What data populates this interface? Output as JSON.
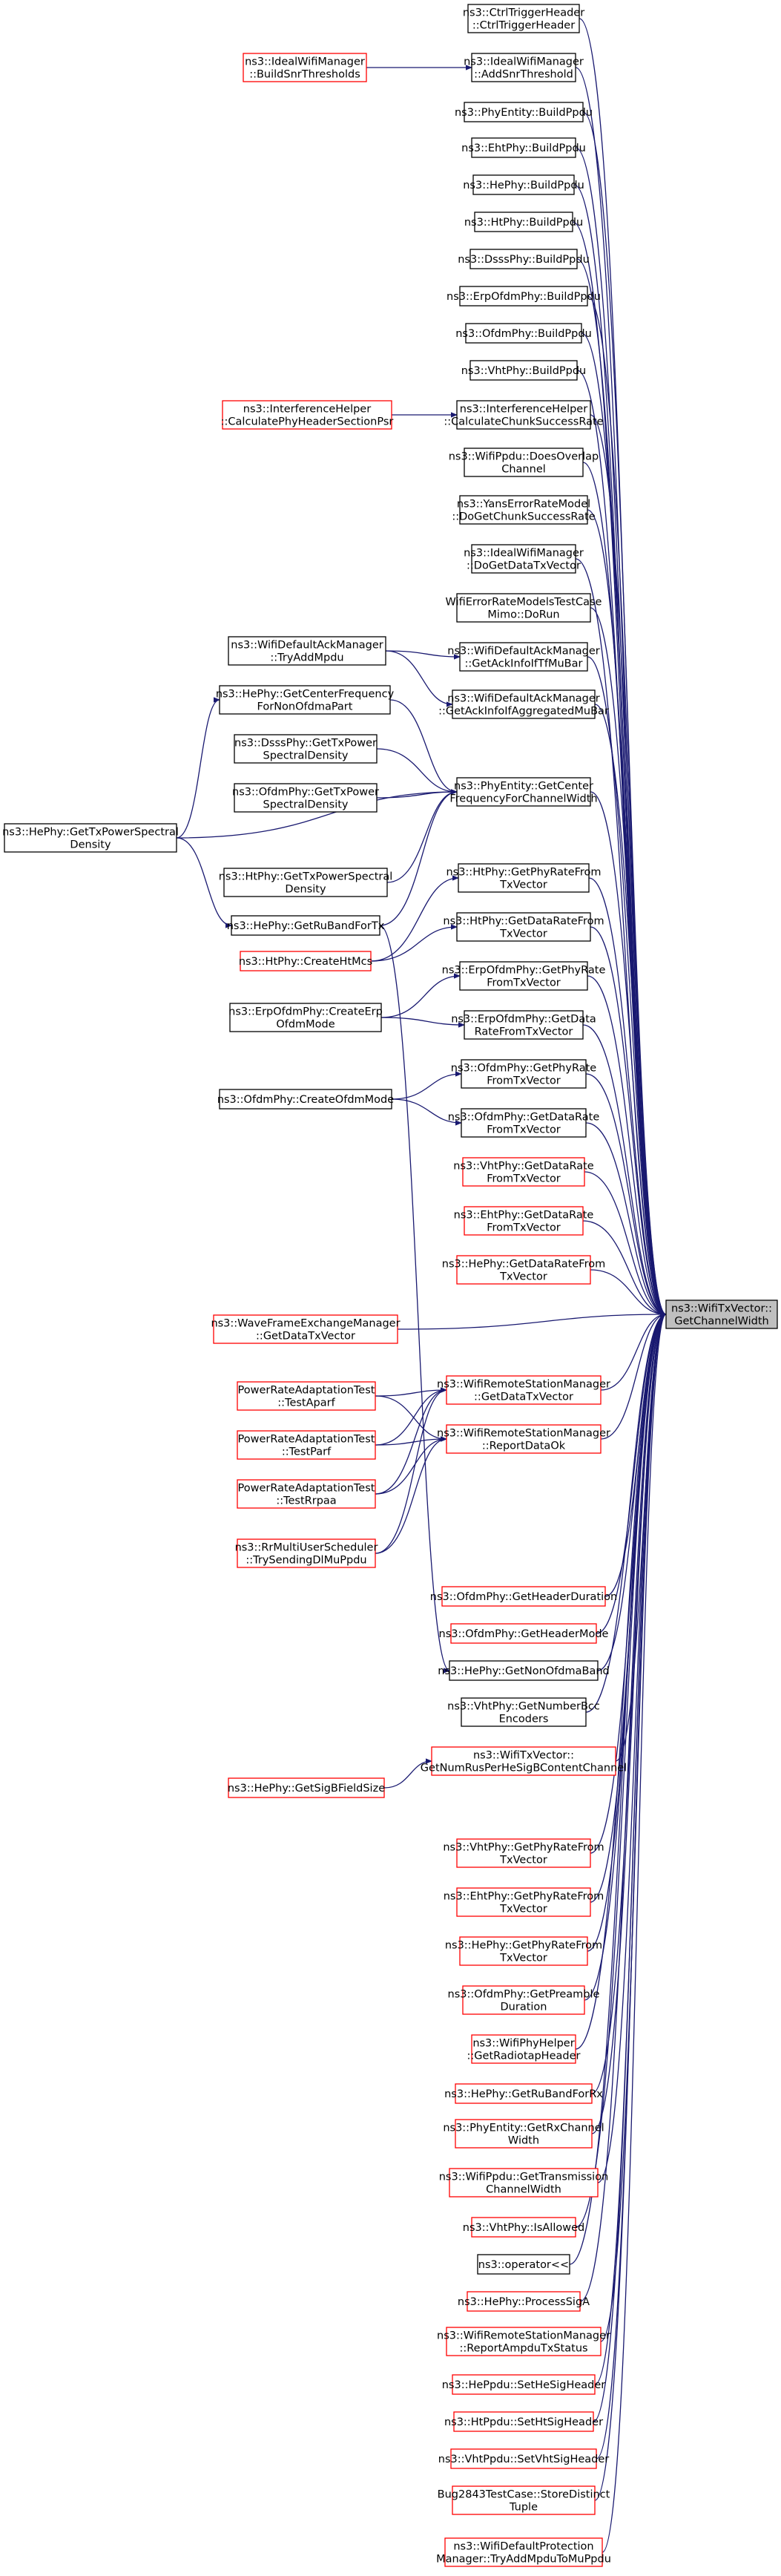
{
  "colors": {
    "edge": "#191970",
    "border_black": "#000000",
    "border_red": "#ff0000",
    "root_fill": "#bfbfbf",
    "node_fill": "#ffffff"
  },
  "root": {
    "id": "root",
    "lines": [
      "ns3::WifiTxVector::",
      "GetChannelWidth"
    ]
  },
  "nodes": [
    {
      "id": "n1",
      "border": "black",
      "lines": [
        "ns3::CtrlTriggerHeader",
        "::CtrlTriggerHeader"
      ]
    },
    {
      "id": "n2",
      "border": "black",
      "lines": [
        "ns3::IdealWifiManager",
        "::AddSnrThreshold"
      ]
    },
    {
      "id": "n3",
      "border": "black",
      "lines": [
        "ns3::PhyEntity::BuildPpdu"
      ]
    },
    {
      "id": "n4",
      "border": "black",
      "lines": [
        "ns3::EhtPhy::BuildPpdu"
      ]
    },
    {
      "id": "n5",
      "border": "black",
      "lines": [
        "ns3::HePhy::BuildPpdu"
      ]
    },
    {
      "id": "n6",
      "border": "black",
      "lines": [
        "ns3::HtPhy::BuildPpdu"
      ]
    },
    {
      "id": "n7",
      "border": "black",
      "lines": [
        "ns3::DsssPhy::BuildPpdu"
      ]
    },
    {
      "id": "n8",
      "border": "black",
      "lines": [
        "ns3::ErpOfdmPhy::BuildPpdu"
      ]
    },
    {
      "id": "n9",
      "border": "black",
      "lines": [
        "ns3::OfdmPhy::BuildPpdu"
      ]
    },
    {
      "id": "n10",
      "border": "black",
      "lines": [
        "ns3::VhtPhy::BuildPpdu"
      ]
    },
    {
      "id": "n11",
      "border": "black",
      "lines": [
        "ns3::InterferenceHelper",
        "::CalculateChunkSuccessRate"
      ]
    },
    {
      "id": "n12",
      "border": "black",
      "lines": [
        "ns3::WifiPpdu::DoesOverlap",
        "Channel"
      ]
    },
    {
      "id": "n13",
      "border": "black",
      "lines": [
        "ns3::YansErrorRateModel",
        "::DoGetChunkSuccessRate"
      ]
    },
    {
      "id": "n14",
      "border": "black",
      "lines": [
        "ns3::IdealWifiManager",
        "::DoGetDataTxVector"
      ]
    },
    {
      "id": "n15",
      "border": "black",
      "lines": [
        "WifiErrorRateModelsTestCase",
        "Mimo::DoRun"
      ]
    },
    {
      "id": "n16",
      "border": "black",
      "lines": [
        "ns3::WifiDefaultAckManager",
        "::GetAckInfoIfTfMuBar"
      ]
    },
    {
      "id": "n17",
      "border": "black",
      "lines": [
        "ns3::WifiDefaultAckManager",
        "::GetAckInfoIfAggregatedMuBar"
      ]
    },
    {
      "id": "n18",
      "border": "black",
      "lines": [
        "ns3::PhyEntity::GetCenter",
        "FrequencyForChannelWidth"
      ]
    },
    {
      "id": "n19",
      "border": "black",
      "lines": [
        "ns3::HtPhy::GetPhyRateFrom",
        "TxVector"
      ]
    },
    {
      "id": "n20",
      "border": "black",
      "lines": [
        "ns3::HtPhy::GetDataRateFrom",
        "TxVector"
      ]
    },
    {
      "id": "n21",
      "border": "black",
      "lines": [
        "ns3::ErpOfdmPhy::GetPhyRate",
        "FromTxVector"
      ]
    },
    {
      "id": "n22",
      "border": "black",
      "lines": [
        "ns3::ErpOfdmPhy::GetData",
        "RateFromTxVector"
      ]
    },
    {
      "id": "n23",
      "border": "black",
      "lines": [
        "ns3::OfdmPhy::GetPhyRate",
        "FromTxVector"
      ]
    },
    {
      "id": "n24",
      "border": "black",
      "lines": [
        "ns3::OfdmPhy::GetDataRate",
        "FromTxVector"
      ]
    },
    {
      "id": "n25",
      "border": "red",
      "lines": [
        "ns3::VhtPhy::GetDataRate",
        "FromTxVector"
      ]
    },
    {
      "id": "n26",
      "border": "red",
      "lines": [
        "ns3::EhtPhy::GetDataRate",
        "FromTxVector"
      ]
    },
    {
      "id": "n27",
      "border": "red",
      "lines": [
        "ns3::HePhy::GetDataRateFrom",
        "TxVector"
      ]
    },
    {
      "id": "n28",
      "border": "red",
      "lines": [
        "ns3::WifiRemoteStationManager",
        "::GetDataTxVector"
      ]
    },
    {
      "id": "n29",
      "border": "red",
      "lines": [
        "ns3::WifiRemoteStationManager",
        "::ReportDataOk"
      ]
    },
    {
      "id": "n30",
      "border": "red",
      "lines": [
        "ns3::OfdmPhy::GetHeaderDuration"
      ]
    },
    {
      "id": "n31",
      "border": "red",
      "lines": [
        "ns3::OfdmPhy::GetHeaderMode"
      ]
    },
    {
      "id": "n32",
      "border": "black",
      "lines": [
        "ns3::HePhy::GetNonOfdmaBand"
      ]
    },
    {
      "id": "n33",
      "border": "black",
      "lines": [
        "ns3::VhtPhy::GetNumberBcc",
        "Encoders"
      ]
    },
    {
      "id": "n34",
      "border": "red",
      "lines": [
        "ns3::WifiTxVector::",
        "GetNumRusPerHeSigBContentChannel"
      ]
    },
    {
      "id": "n35",
      "border": "red",
      "lines": [
        "ns3::VhtPhy::GetPhyRateFrom",
        "TxVector"
      ]
    },
    {
      "id": "n36",
      "border": "red",
      "lines": [
        "ns3::EhtPhy::GetPhyRateFrom",
        "TxVector"
      ]
    },
    {
      "id": "n37",
      "border": "red",
      "lines": [
        "ns3::HePhy::GetPhyRateFrom",
        "TxVector"
      ]
    },
    {
      "id": "n38",
      "border": "red",
      "lines": [
        "ns3::OfdmPhy::GetPreamble",
        "Duration"
      ]
    },
    {
      "id": "n39",
      "border": "red",
      "lines": [
        "ns3::WifiPhyHelper",
        "::GetRadiotapHeader"
      ]
    },
    {
      "id": "n40",
      "border": "red",
      "lines": [
        "ns3::HePhy::GetRuBandForRx"
      ]
    },
    {
      "id": "n41",
      "border": "red",
      "lines": [
        "ns3::PhyEntity::GetRxChannel",
        "Width"
      ]
    },
    {
      "id": "n42",
      "border": "red",
      "lines": [
        "ns3::WifiPpdu::GetTransmission",
        "ChannelWidth"
      ]
    },
    {
      "id": "n43",
      "border": "red",
      "lines": [
        "ns3::VhtPhy::IsAllowed"
      ]
    },
    {
      "id": "n44",
      "border": "black",
      "lines": [
        "ns3::operator<<"
      ]
    },
    {
      "id": "n45",
      "border": "red",
      "lines": [
        "ns3::HePhy::ProcessSigA"
      ]
    },
    {
      "id": "n46",
      "border": "red",
      "lines": [
        "ns3::WifiRemoteStationManager",
        "::ReportAmpduTxStatus"
      ]
    },
    {
      "id": "n47",
      "border": "red",
      "lines": [
        "ns3::HePpdu::SetHeSigHeader"
      ]
    },
    {
      "id": "n48",
      "border": "red",
      "lines": [
        "ns3::HtPpdu::SetHtSigHeader"
      ]
    },
    {
      "id": "n49",
      "border": "red",
      "lines": [
        "ns3::VhtPpdu::SetVhtSigHeader"
      ]
    },
    {
      "id": "n50",
      "border": "red",
      "lines": [
        "Bug2843TestCase::StoreDistinct",
        "Tuple"
      ]
    },
    {
      "id": "n51",
      "border": "red",
      "lines": [
        "ns3::WifiDefaultProtection",
        "Manager::TryAddMpduToMuPpdu"
      ]
    },
    {
      "id": "m1",
      "border": "red",
      "lines": [
        "ns3::IdealWifiManager",
        "::BuildSnrThresholds"
      ]
    },
    {
      "id": "m2",
      "border": "red",
      "lines": [
        "ns3::InterferenceHelper",
        "::CalculatePhyHeaderSectionPsr"
      ]
    },
    {
      "id": "m3",
      "border": "black",
      "lines": [
        "ns3::WifiDefaultAckManager",
        "::TryAddMpdu"
      ]
    },
    {
      "id": "m4",
      "border": "black",
      "lines": [
        "ns3::HePhy::GetCenterFrequency",
        "ForNonOfdmaPart"
      ]
    },
    {
      "id": "m5",
      "border": "black",
      "lines": [
        "ns3::DsssPhy::GetTxPower",
        "SpectralDensity"
      ]
    },
    {
      "id": "m6",
      "border": "black",
      "lines": [
        "ns3::OfdmPhy::GetTxPower",
        "SpectralDensity"
      ]
    },
    {
      "id": "m7",
      "border": "black",
      "lines": [
        "ns3::HtPhy::GetTxPowerSpectral",
        "Density"
      ]
    },
    {
      "id": "m8",
      "border": "black",
      "lines": [
        "ns3::HePhy::GetRuBandForTx"
      ]
    },
    {
      "id": "m9",
      "border": "red",
      "lines": [
        "ns3::HtPhy::CreateHtMcs"
      ]
    },
    {
      "id": "m10",
      "border": "black",
      "lines": [
        "ns3::ErpOfdmPhy::CreateErp",
        "OfdmMode"
      ]
    },
    {
      "id": "m11",
      "border": "black",
      "lines": [
        "ns3::OfdmPhy::CreateOfdmMode"
      ]
    },
    {
      "id": "m12",
      "border": "red",
      "lines": [
        "ns3::WaveFrameExchangeManager",
        "::GetDataTxVector"
      ]
    },
    {
      "id": "m13",
      "border": "red",
      "lines": [
        "PowerRateAdaptationTest",
        "::TestAparf"
      ]
    },
    {
      "id": "m14",
      "border": "red",
      "lines": [
        "PowerRateAdaptationTest",
        "::TestParf"
      ]
    },
    {
      "id": "m15",
      "border": "red",
      "lines": [
        "PowerRateAdaptationTest",
        "::TestRrpaa"
      ]
    },
    {
      "id": "m16",
      "border": "red",
      "lines": [
        "ns3::RrMultiUserScheduler",
        "::TrySendingDlMuPpdu"
      ]
    },
    {
      "id": "m17",
      "border": "red",
      "lines": [
        "ns3::HePhy::GetSigBFieldSize"
      ]
    },
    {
      "id": "l1",
      "border": "black",
      "lines": [
        "ns3::HePhy::GetTxPowerSpectral",
        "Density"
      ]
    }
  ],
  "edges": [
    [
      "m1",
      "n2"
    ],
    [
      "m2",
      "n11"
    ],
    [
      "m3",
      "n16"
    ],
    [
      "m3",
      "n17"
    ],
    [
      "m4",
      "n18"
    ],
    [
      "m5",
      "n18"
    ],
    [
      "m6",
      "n18"
    ],
    [
      "m7",
      "n18"
    ],
    [
      "m8",
      "n18"
    ],
    [
      "l1",
      "n18"
    ],
    [
      "l1",
      "m4"
    ],
    [
      "l1",
      "m8"
    ],
    [
      "m8",
      "n32"
    ],
    [
      "m9",
      "n19"
    ],
    [
      "m9",
      "n20"
    ],
    [
      "m10",
      "n21"
    ],
    [
      "m10",
      "n22"
    ],
    [
      "m11",
      "n23"
    ],
    [
      "m11",
      "n24"
    ],
    [
      "m12",
      "root"
    ],
    [
      "m13",
      "n28"
    ],
    [
      "m13",
      "n29"
    ],
    [
      "m14",
      "n28"
    ],
    [
      "m14",
      "n29"
    ],
    [
      "m15",
      "n28"
    ],
    [
      "m15",
      "n29"
    ],
    [
      "m16",
      "n28"
    ],
    [
      "m16",
      "n29"
    ],
    [
      "m17",
      "n34"
    ],
    [
      "n1",
      "root"
    ],
    [
      "n2",
      "root"
    ],
    [
      "n3",
      "root"
    ],
    [
      "n4",
      "root"
    ],
    [
      "n5",
      "root"
    ],
    [
      "n6",
      "root"
    ],
    [
      "n7",
      "root"
    ],
    [
      "n8",
      "root"
    ],
    [
      "n9",
      "root"
    ],
    [
      "n10",
      "root"
    ],
    [
      "n11",
      "root"
    ],
    [
      "n12",
      "root"
    ],
    [
      "n13",
      "root"
    ],
    [
      "n14",
      "root"
    ],
    [
      "n15",
      "root"
    ],
    [
      "n16",
      "root"
    ],
    [
      "n17",
      "root"
    ],
    [
      "n18",
      "root"
    ],
    [
      "n19",
      "root"
    ],
    [
      "n20",
      "root"
    ],
    [
      "n21",
      "root"
    ],
    [
      "n22",
      "root"
    ],
    [
      "n23",
      "root"
    ],
    [
      "n24",
      "root"
    ],
    [
      "n25",
      "root"
    ],
    [
      "n26",
      "root"
    ],
    [
      "n27",
      "root"
    ],
    [
      "n28",
      "root"
    ],
    [
      "n29",
      "root"
    ],
    [
      "n30",
      "root"
    ],
    [
      "n31",
      "root"
    ],
    [
      "n32",
      "root"
    ],
    [
      "n33",
      "root"
    ],
    [
      "n34",
      "root"
    ],
    [
      "n35",
      "root"
    ],
    [
      "n36",
      "root"
    ],
    [
      "n37",
      "root"
    ],
    [
      "n38",
      "root"
    ],
    [
      "n39",
      "root"
    ],
    [
      "n40",
      "root"
    ],
    [
      "n41",
      "root"
    ],
    [
      "n42",
      "root"
    ],
    [
      "n43",
      "root"
    ],
    [
      "n44",
      "root"
    ],
    [
      "n45",
      "root"
    ],
    [
      "n46",
      "root"
    ],
    [
      "n47",
      "root"
    ],
    [
      "n48",
      "root"
    ],
    [
      "n49",
      "root"
    ],
    [
      "n50",
      "root"
    ],
    [
      "n51",
      "root"
    ]
  ]
}
